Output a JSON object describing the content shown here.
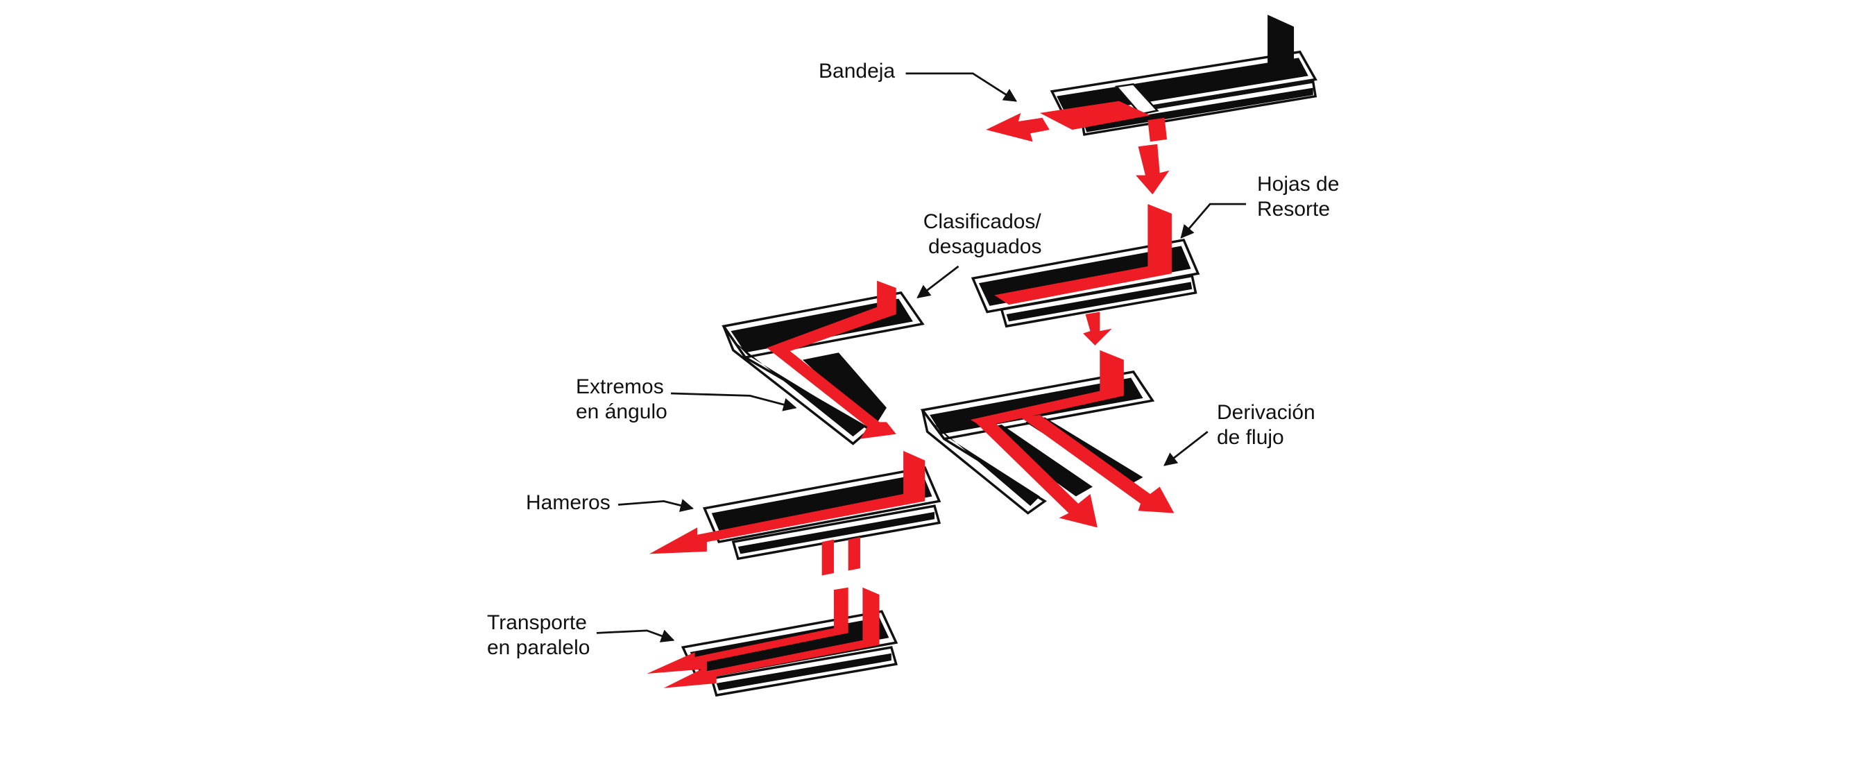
{
  "diagram": {
    "colors": {
      "flow": "#ee1c25",
      "metal": "#0d0d0d",
      "rim": "#ffffff",
      "ink": "#111111",
      "background": "#ffffff"
    },
    "labels": {
      "bandeja": "Bandeja",
      "hojas_de_resorte": [
        "Hojas de",
        "Resorte"
      ],
      "clasificados": [
        "Clasificados/",
        "desaguados"
      ],
      "extremos": [
        "Extremos",
        "en ángulo"
      ],
      "derivacion": [
        "Derivación",
        "de flujo"
      ],
      "hameros": "Hameros",
      "transporte": [
        "Transporte",
        "en paralelo"
      ]
    }
  }
}
